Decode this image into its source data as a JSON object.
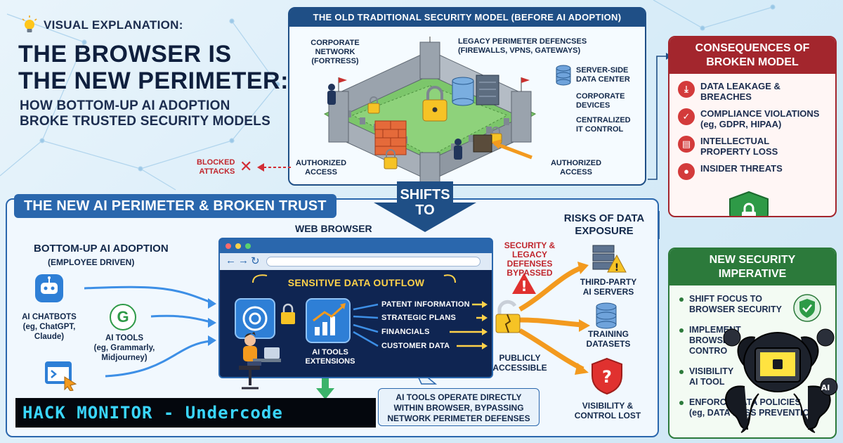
{
  "header": {
    "eyebrow": "VISUAL EXPLANATION:",
    "title_line1": "THE BROWSER IS",
    "title_line2": "THE NEW PERIMETER:",
    "subtitle_line1": "HOW BOTTOM-UP AI ADOPTION",
    "subtitle_line2": "BROKE TRUSTED SECURITY MODELS"
  },
  "old_model": {
    "title": "THE OLD TRADITIONAL SECURITY MODEL (BEFORE AI ADOPTION)",
    "corporate_network": [
      "CORPORATE",
      "NETWORK",
      "(FORTRESS)"
    ],
    "legacy_defenses": [
      "LEGACY PERIMETER DEFENCSES",
      "(FIREWALLS, VPNS, GATEWAYS)"
    ],
    "server_side": [
      "SERVER-SIDE",
      "DATA CENTER"
    ],
    "corporate_devices": [
      "CORPORATE",
      "DEVICES"
    ],
    "centralized": [
      "CENTRALIZED",
      "IT CONTROL"
    ],
    "blocked_attacks": [
      "BLOCKED",
      "ATTACKS"
    ],
    "authorized_left": [
      "AUTHORIZED",
      "ACCESS"
    ],
    "authorized_right": [
      "AUTHORIZED",
      "ACCESS"
    ]
  },
  "shifts": [
    "SHIFTS",
    "TO"
  ],
  "consequences": {
    "title_line1": "CONSEQUENCES OF",
    "title_line2": "BROKEN MODEL",
    "items": [
      {
        "line1": "DATA LEAKAGE &",
        "line2": "BREACHES",
        "icon": "⤓"
      },
      {
        "line1": "COMPLIANCE VIOLATIONS",
        "line2": "(eg, GDPR, HIPAA)",
        "icon": "✓"
      },
      {
        "line1": "INTELLECTUAL",
        "line2": "PROPERTY LOSS",
        "icon": "▤"
      },
      {
        "line1": "INSIDER THREATS",
        "line2": "",
        "icon": "●"
      }
    ]
  },
  "imperative": {
    "title_line1": "NEW SECURITY",
    "title_line2": "IMPERATIVE",
    "items": [
      {
        "line1": "SHIFT FOCUS TO",
        "line2": "BROWSER SECURITY"
      },
      {
        "line1": "IMPLEMENT",
        "line2": "BROWSE",
        "line3": "CONTRO"
      },
      {
        "line1": "VISIBILITY",
        "line2": "AI TOOL"
      },
      {
        "line1": "ENFORCE DATA POLICIES",
        "line2": "(eg, DATA LOSS PREVENTION)"
      }
    ]
  },
  "new_perimeter": {
    "title": "THE NEW AI PERIMETER & BROKEN TRUST",
    "adoption_title": "BOTTOM-UP AI ADOPTION",
    "adoption_sub": "(EMPLOYEE DRIVEN)",
    "chatbots": [
      "AI CHATBOTS",
      "(eg, ChatGPT,",
      "Claude)"
    ],
    "tools": [
      "AI TOOLS",
      "(eg, Grammarly,",
      "Midjourney)"
    ],
    "tools_icon_letter": "G",
    "web_browser": "WEB BROWSER",
    "flow_title": "SENSITIVE DATA OUTFLOW",
    "flow_items": [
      "PATENT INFORMATION",
      "STRATEGIC PLANS",
      "FINANCIALS",
      "CUSTOMER DATA"
    ],
    "extensions": [
      "AI TOOLS",
      "EXTENSIONS"
    ],
    "callout": [
      "AI TOOLS OPERATE DIRECTLY",
      "WITHIN BROWSER, BYPASSING",
      "NETWORK PERIMETER DEFENSES"
    ],
    "bypassed": [
      "SECURITY &",
      "LEGACY DEFENSES",
      "BYPASSED"
    ],
    "public": [
      "PUBLICLY",
      "ACCESSIBLE"
    ],
    "risk_title": [
      "RISKS OF DATA",
      "EXPOSURE"
    ],
    "third_party": [
      "THIRD-PARTY",
      "AI SERVERS"
    ],
    "training": [
      "TRAINING",
      "DATASETS"
    ],
    "visibility": [
      "VISIBILITY &",
      "CONTROL LOST"
    ]
  },
  "brand": "HACK MONITOR - Undercode",
  "colors": {
    "navy": "#1f4f86",
    "blue": "#2a67ad",
    "red": "#a3262d",
    "green": "#2c7a3b",
    "orange": "#f39a1e",
    "yellow": "#ffd24a"
  }
}
